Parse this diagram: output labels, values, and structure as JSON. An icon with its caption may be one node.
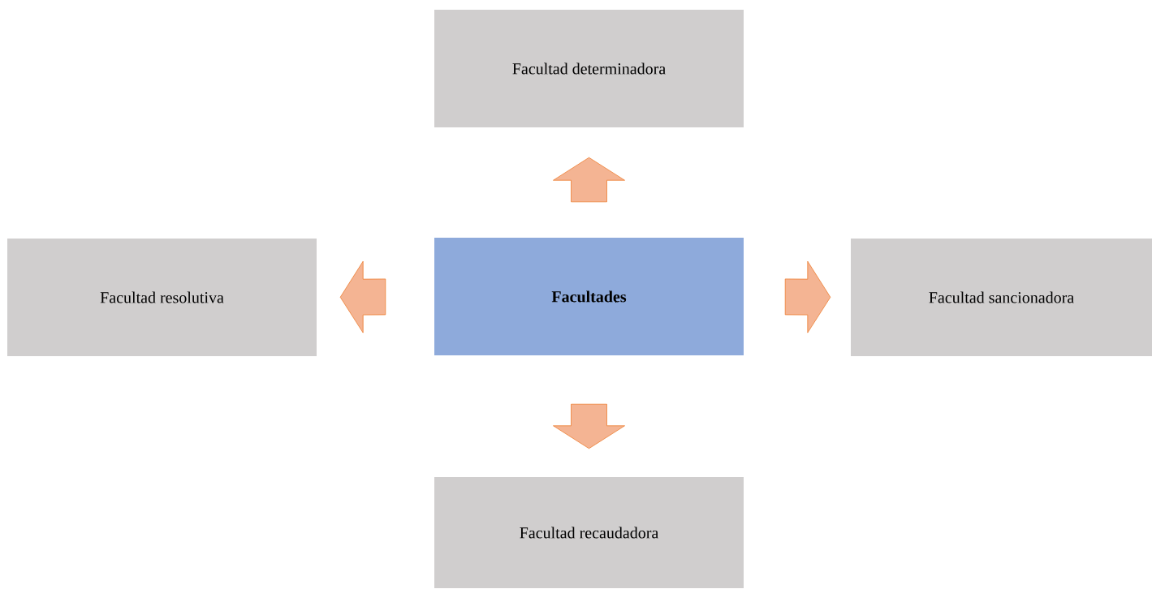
{
  "diagram": {
    "nodes": [
      {
        "text": [
          "Facultad determinadora"
        ]
      },
      {
        "text": [
          "Facultad resolutiva"
        ]
      },
      {
        "text": [
          "Facultades"
        ]
      },
      {
        "text": [
          "Facultad sancionadora"
        ]
      },
      {
        "text": [
          "Facultad recaudadora"
        ]
      }
    ],
    "edges": [
      {
        "from": 2,
        "to": 0,
        "arrow": "to"
      },
      {
        "from": 2,
        "to": 1,
        "arrow": "to"
      },
      {
        "from": 2,
        "to": 3,
        "arrow": "to"
      },
      {
        "from": 2,
        "to": 4,
        "arrow": "to"
      }
    ]
  }
}
